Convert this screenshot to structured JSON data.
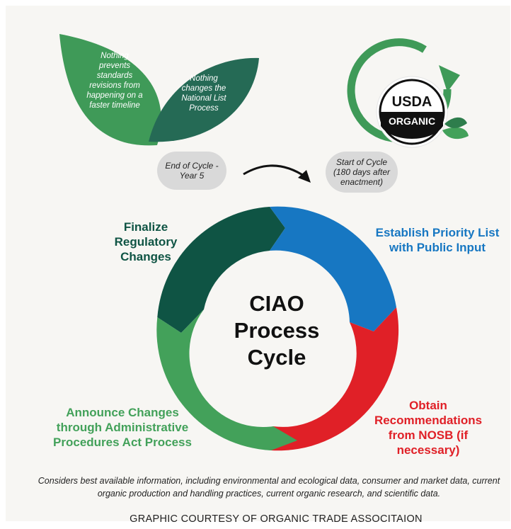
{
  "leaves": {
    "left_text": "Nothing prevents standards revisions from happening on a faster timeline",
    "right_text": "Nothing changes the National List Process",
    "left_color": "#3f9a58",
    "right_color": "#256a55"
  },
  "cycle_markers": {
    "end_label": "End of Cycle - Year 5",
    "start_label": "Start of Cycle (180 days after enactment)"
  },
  "logo": {
    "top_text": "USDA",
    "bottom_text": "ORGANIC"
  },
  "center": {
    "title": "CIAO Process Cycle"
  },
  "steps": [
    {
      "label": "Establish Priority List with Public Input",
      "color": "#1777c2"
    },
    {
      "label": "Obtain Recommendations from NOSB (if necessary)",
      "color": "#e02027"
    },
    {
      "label": "Announce Changes through Administrative Procedures Act Process",
      "color": "#43a15a"
    },
    {
      "label": "Finalize Regulatory Changes",
      "color": "#0f5444"
    }
  ],
  "footnote": "Considers best available information, including environmental and ecological data, consumer and market data, current organic production and handling practices, current organic research, and scientific data.",
  "credit": "GRAPHIC COURTESY OF ORGANIC TRADE ASSOCITAION"
}
